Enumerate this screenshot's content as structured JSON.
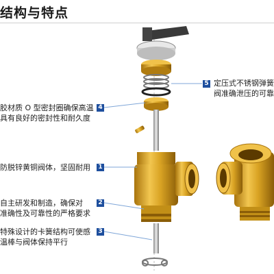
{
  "title": "结构与特点",
  "callouts": [
    {
      "id": "4",
      "lines": [
        "胶材质 O 型密封圈确保高温",
        "具有良好的密封性和耐久度"
      ]
    },
    {
      "id": "1",
      "lines": [
        "防脱锌黄铜阀体，坚固耐用"
      ]
    },
    {
      "id": "2",
      "lines": [
        "自主研发和制造，确保对",
        "准确性及可靠性的严格要求"
      ]
    },
    {
      "id": "3",
      "lines": [
        "特殊设计的卡簧结构可使感",
        "温棒与阀体保持平行"
      ]
    },
    {
      "id": "5",
      "lines": [
        "定压式不锈钢弹簧",
        "阀准确泄压的可靠"
      ]
    }
  ],
  "colors": {
    "brass": "#d9a323",
    "brass_dark": "#a8740d",
    "badge": "#1e4f9e",
    "line": "#7fa6d8"
  }
}
